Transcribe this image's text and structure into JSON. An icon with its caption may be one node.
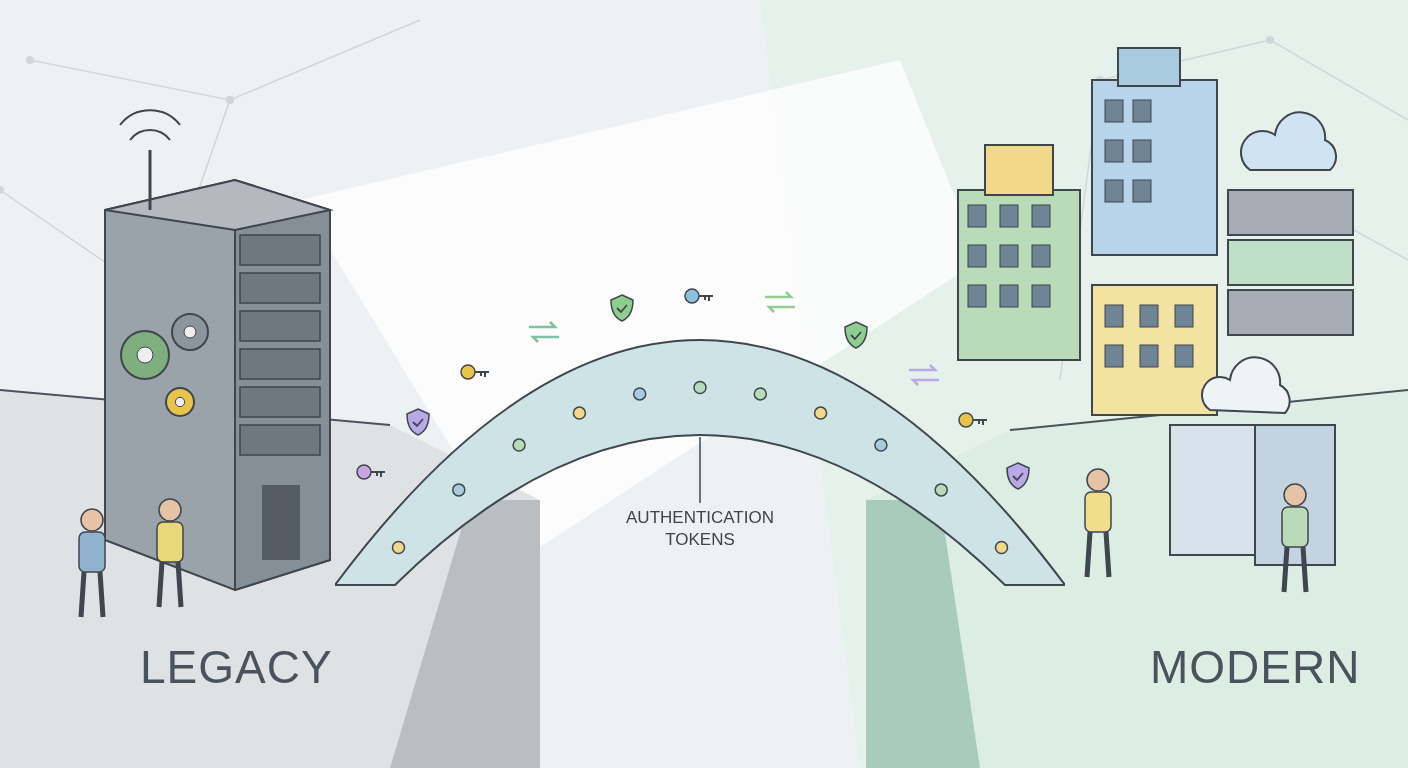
{
  "diagram": {
    "nodes": [
      {
        "text": [],
        "shape": "picture"
      },
      {
        "text": [
          "AUTHENTICATION TOKENS"
        ]
      }
    ],
    "edges": [
      {
        "from": 1,
        "to": 0,
        "arrow": "none"
      }
    ],
    "labels": [
      "LEGACY",
      "MODERN"
    ]
  }
}
